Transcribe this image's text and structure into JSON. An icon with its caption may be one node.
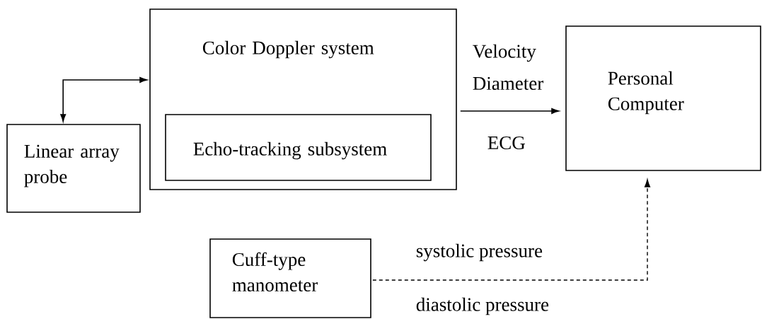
{
  "diagram": {
    "nodes": [
      {
        "text": [
          "Linear array probe"
        ]
      },
      {
        "text": [
          "Color Doppler system"
        ]
      },
      {
        "text": [
          "Echo-tracking subsystem"
        ],
        "in": 1
      },
      {
        "text": [
          "Personal Computer"
        ]
      },
      {
        "text": [
          "Cuff-type manometer"
        ]
      }
    ],
    "edges": [
      {
        "from": 0,
        "to": 1,
        "arrow": "both"
      },
      {
        "from": 1,
        "to": 3,
        "arrow": "to"
      },
      {
        "from": 4,
        "to": 3,
        "arrow": "to",
        "style": "dashed"
      }
    ],
    "labels": [
      "Velocity",
      "Diameter",
      "ECG",
      "systolic pressure",
      "diastolic pressure"
    ]
  }
}
